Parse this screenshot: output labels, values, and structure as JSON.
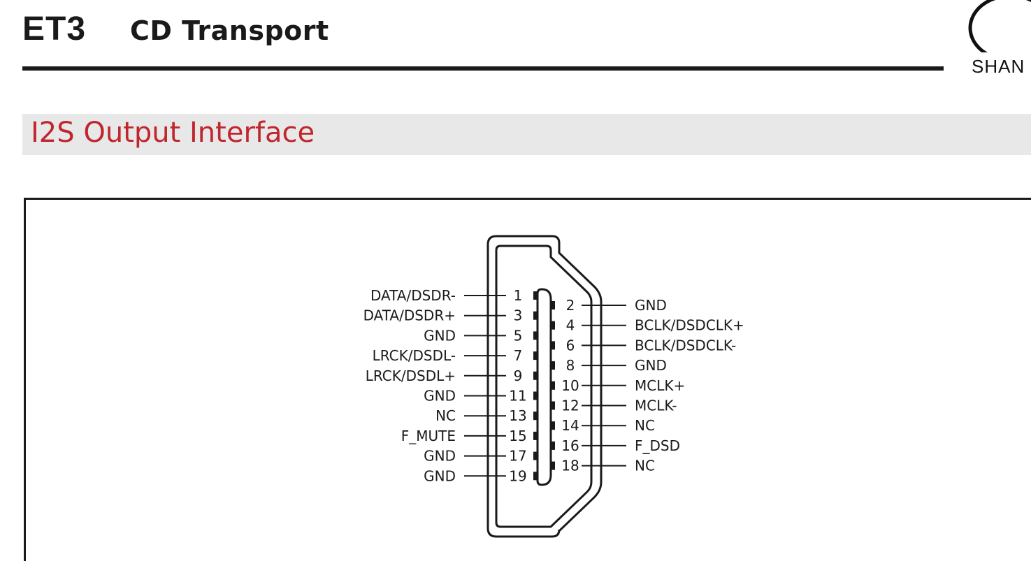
{
  "header": {
    "model": "ET3",
    "product": "CD Transport",
    "logo_text": "SHAN"
  },
  "section": {
    "title": "I2S Output Interface"
  },
  "connector": {
    "left_pins": [
      {
        "pin": "1",
        "signal": "DATA/DSDR-"
      },
      {
        "pin": "3",
        "signal": "DATA/DSDR+"
      },
      {
        "pin": "5",
        "signal": "GND"
      },
      {
        "pin": "7",
        "signal": "LRCK/DSDL-"
      },
      {
        "pin": "9",
        "signal": "LRCK/DSDL+"
      },
      {
        "pin": "11",
        "signal": "GND"
      },
      {
        "pin": "13",
        "signal": "NC"
      },
      {
        "pin": "15",
        "signal": "F_MUTE"
      },
      {
        "pin": "17",
        "signal": "GND"
      },
      {
        "pin": "19",
        "signal": "GND"
      }
    ],
    "right_pins": [
      {
        "pin": "2",
        "signal": "GND"
      },
      {
        "pin": "4",
        "signal": "BCLK/DSDCLK+"
      },
      {
        "pin": "6",
        "signal": "BCLK/DSDCLK-"
      },
      {
        "pin": "8",
        "signal": "GND"
      },
      {
        "pin": "10",
        "signal": "MCLK+"
      },
      {
        "pin": "12",
        "signal": "MCLK-"
      },
      {
        "pin": "14",
        "signal": "NC"
      },
      {
        "pin": "16",
        "signal": "F_DSD"
      },
      {
        "pin": "18",
        "signal": "NC"
      }
    ]
  }
}
